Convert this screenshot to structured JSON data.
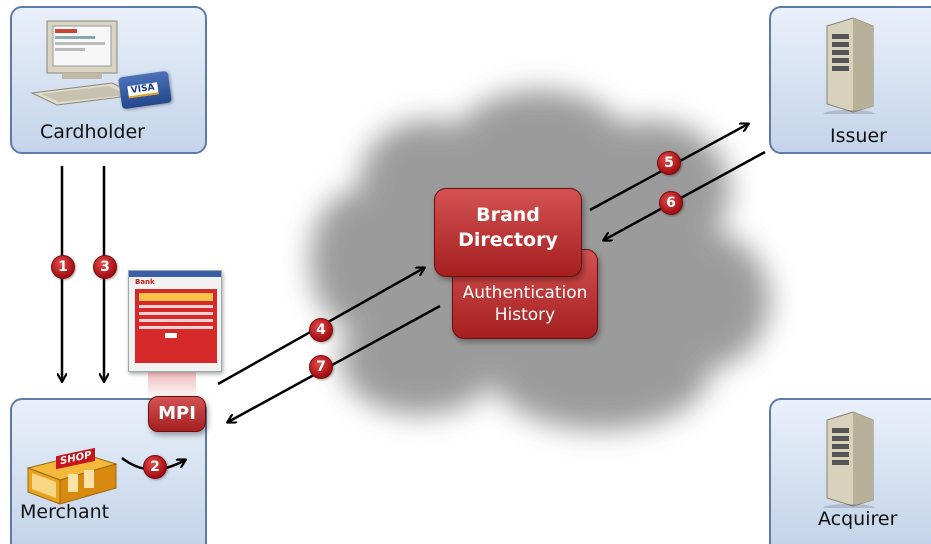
{
  "nodes": {
    "cardholder": "Cardholder",
    "issuer": "Issuer",
    "merchant": "Merchant",
    "acquirer": "Acquirer",
    "brand_directory": "Brand\nDirectory",
    "auth_history": "Authentication\nHistory",
    "mpi": "MPI",
    "shop": "SHOP",
    "visa": "VISA",
    "bank": "Bank"
  },
  "steps": [
    "1",
    "2",
    "3",
    "4",
    "5",
    "6",
    "7"
  ],
  "colors": {
    "accent_red": "#b01e1e",
    "box_border": "#5d7ba6",
    "box_fill": "#d3e0f1"
  }
}
